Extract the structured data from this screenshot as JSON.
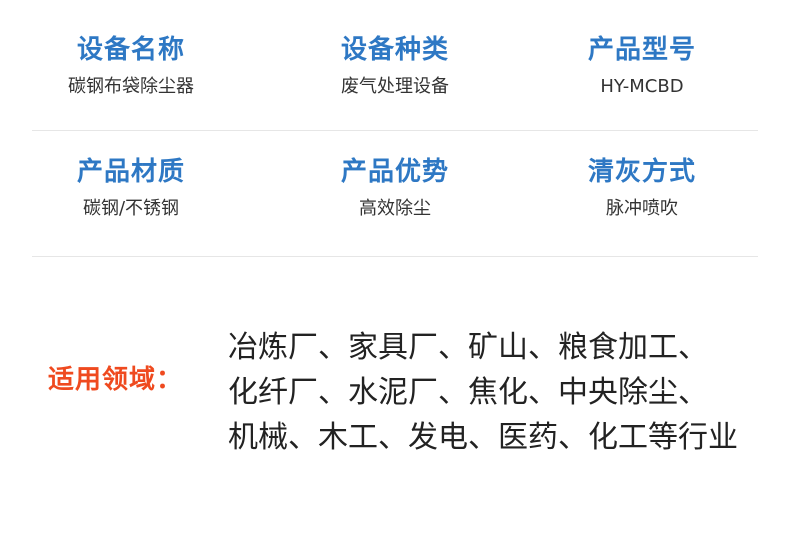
{
  "specs": [
    {
      "label": "设备名称",
      "value": "碳钢布袋除尘器"
    },
    {
      "label": "设备种类",
      "value": "废气处理设备"
    },
    {
      "label": "产品型号",
      "value": "HY-MCBD"
    },
    {
      "label": "产品材质",
      "value": "碳钢/不锈钢"
    },
    {
      "label": "产品优势",
      "value": "高效除尘"
    },
    {
      "label": "清灰方式",
      "value": "脉冲喷吹"
    }
  ],
  "usage": {
    "title": "适用领域：",
    "lines": [
      "冶炼厂、家具厂、矿山、粮食加工、",
      "化纤厂、水泥厂、焦化、中央除尘、",
      "机械、木工、发电、医药、化工等行业"
    ]
  },
  "colors": {
    "label_blue": "#2e78c4",
    "value_text": "#333333",
    "usage_title_red": "#ef4a1f",
    "usage_text": "#222222",
    "divider": "#e6e6e6"
  }
}
